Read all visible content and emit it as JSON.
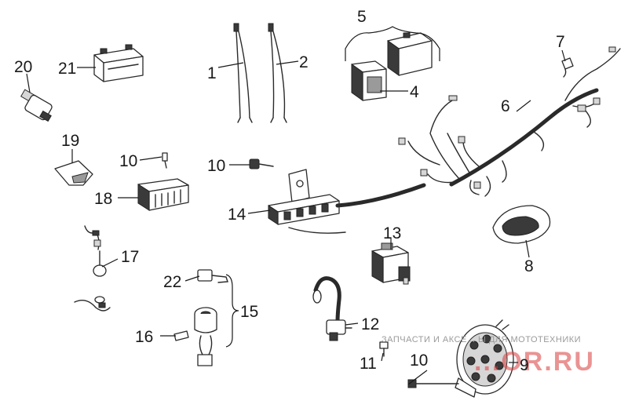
{
  "diagram": {
    "callouts": {
      "c1": "1",
      "c2": "2",
      "c4": "4",
      "c5": "5",
      "c6": "6",
      "c7": "7",
      "c8": "8",
      "c9": "9",
      "c10a": "10",
      "c10b": "10",
      "c10c": "10",
      "c11": "11",
      "c12": "12",
      "c13": "13",
      "c14": "14",
      "c15": "15",
      "c16": "16",
      "c17": "17",
      "c18": "18",
      "c19": "19",
      "c20": "20",
      "c21": "21",
      "c22": "22"
    }
  },
  "watermark": {
    "tagline": "ЗАПЧАСТИ И АКСЕ... Ы ДЛЯ МОТОТЕХНИКИ",
    "brand": "...OR.RU"
  },
  "colors": {
    "line": "#1a1a1a",
    "watermark_red": "#d83a3a",
    "watermark_grey": "#9a9a9a"
  }
}
